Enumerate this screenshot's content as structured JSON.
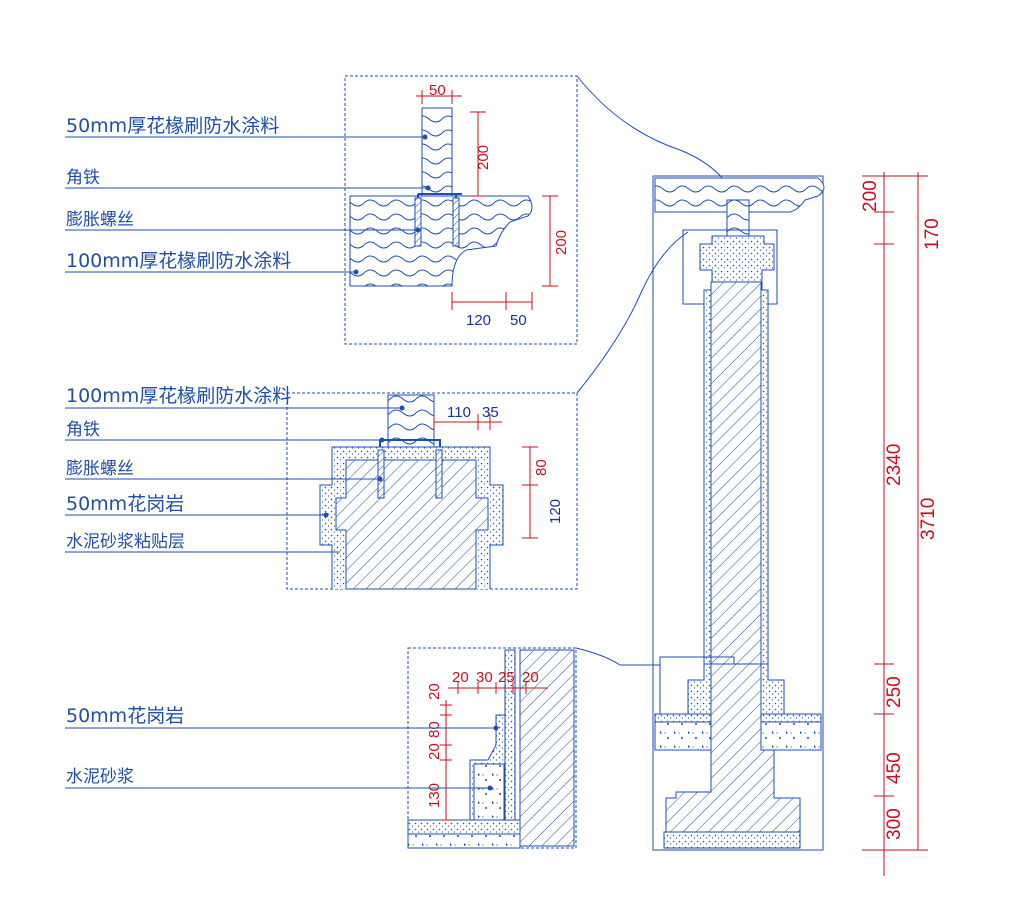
{
  "colors": {
    "line": "#1b4fb5",
    "dimension": "#c8101e",
    "label": "#1f4fa8",
    "background": "#ffffff"
  },
  "detail_top": {
    "labels": [
      "50mm厚花椽刷防水涂料",
      "角铁",
      "膨胀螺丝",
      "100mm厚花椽刷防水涂料"
    ],
    "dims": {
      "top_width": "50",
      "post_height": "200",
      "beam_height": "200",
      "bottom_left": "120",
      "bottom_right": "50"
    }
  },
  "detail_mid": {
    "labels": [
      "100mm厚花椽刷防水涂料",
      "角铁",
      "膨胀螺丝",
      "50mm花岗岩",
      "水泥砂浆粘贴层"
    ],
    "dims": {
      "d110": "110",
      "d35": "35",
      "d80": "80",
      "d120": "120"
    }
  },
  "detail_bottom": {
    "labels": [
      "50mm花岗岩",
      "水泥砂浆"
    ],
    "dims": {
      "h20": "20",
      "h30": "30",
      "h25": "25",
      "h20b": "20",
      "v20": "20",
      "v80": "80",
      "v20b": "20",
      "v130": "130"
    }
  },
  "elevation_dims": {
    "segments": [
      "200",
      "170",
      "2340",
      "250",
      "450",
      "300"
    ],
    "total": "3710"
  }
}
